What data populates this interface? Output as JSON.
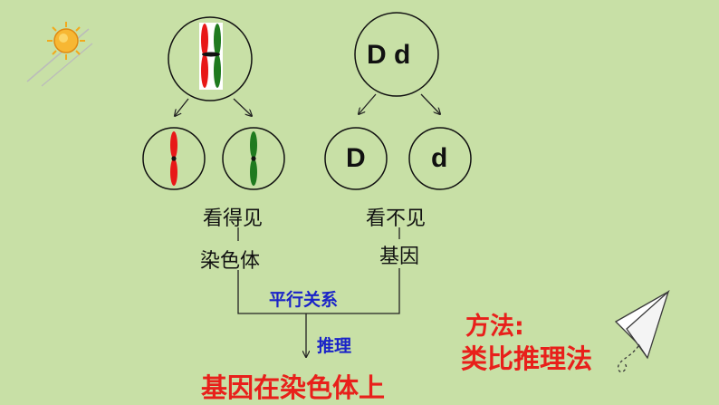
{
  "left_branch": {
    "visible_label": "看得见",
    "name_label": "染色体"
  },
  "right_branch": {
    "parent_text": "D d",
    "child_left_text": "D",
    "child_right_text": "d",
    "invisible_label": "看不见",
    "name_label": "基因"
  },
  "relation_label": "平行关系",
  "reasoning_label": "推理",
  "conclusion": "基因在染色体上",
  "method": {
    "heading": "方法:",
    "name": "类比推理法"
  },
  "colors": {
    "background": "#c8e0a6",
    "chromosome_red": "#e81818",
    "chromosome_green": "#1f7a1f",
    "relation_blue": "#1a23c8",
    "conclusion_red": "#e8201b"
  },
  "icons": [
    "sun-icon",
    "paper-plane-icon"
  ]
}
